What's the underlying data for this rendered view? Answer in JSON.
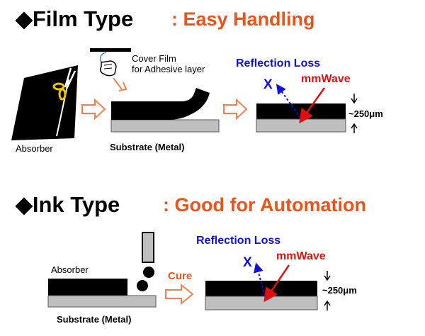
{
  "film": {
    "title_main": "◆Film Type",
    "title_sub": ": Easy Handling",
    "cover_film_line1": "Cover Film",
    "cover_film_line2": "for Adhesive layer",
    "absorber_label": "Absorber",
    "substrate_label": "Substrate (Metal)",
    "reflection_loss": "Reflection Loss",
    "x_mark": "X",
    "mmwave": "mmWave",
    "thickness": "~250μm"
  },
  "ink": {
    "title_main": "◆Ink Type",
    "title_sub": ": Good for Automation",
    "absorber_label": "Absorber",
    "substrate_label": "Substrate (Metal)",
    "cure_label": "Cure",
    "reflection_loss": "Reflection Loss",
    "x_mark": "X",
    "mmwave": "mmWave",
    "thickness": "~250μm"
  },
  "colors": {
    "black_layer": "#000000",
    "substrate_gray": "#BFBFBF",
    "arrow_orange": "#F08050",
    "title_orange": "#E8541A",
    "loss_blue": "#1010E0",
    "wave_red": "#E01010",
    "scissors_yellow": "#F2C200"
  }
}
